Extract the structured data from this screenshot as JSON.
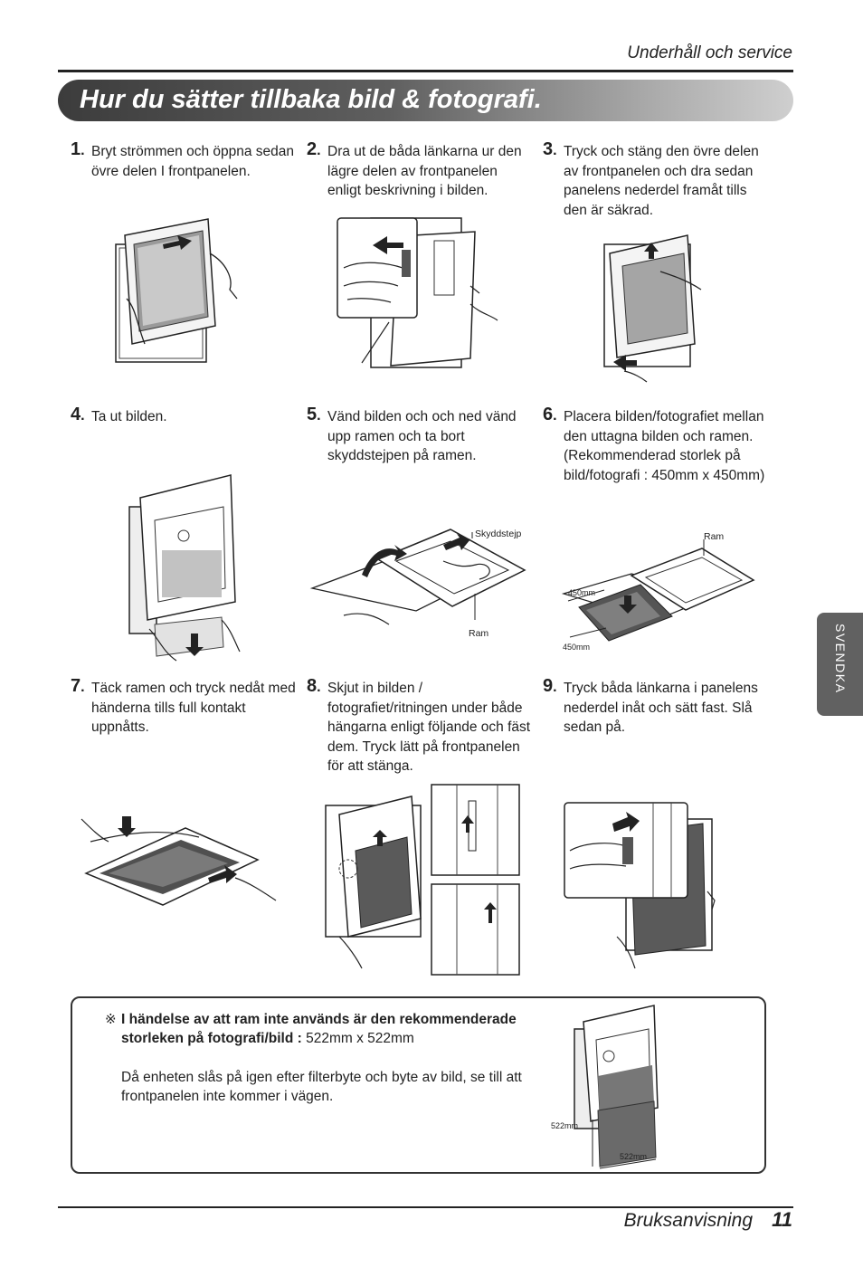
{
  "header": {
    "section": "Underhåll och service"
  },
  "banner": {
    "title": "Hur du sätter tillbaka bild & fotografi."
  },
  "steps": [
    {
      "num": "1",
      "text": "Bryt strömmen och öppna sedan övre delen I frontpanelen."
    },
    {
      "num": "2",
      "text": "Dra ut de båda länkarna ur den lägre delen av frontpanelen enligt beskrivning i bilden."
    },
    {
      "num": "3",
      "text": "Tryck och stäng den övre delen av frontpanelen och dra sedan panelens nederdel framåt tills den är säkrad."
    },
    {
      "num": "4",
      "text": "Ta ut bilden."
    },
    {
      "num": "5",
      "text": "Vänd bilden och och ned vänd upp ramen och ta bort skyddstejpen på ramen."
    },
    {
      "num": "6",
      "text": "Placera bilden/fotografiet mellan den uttagna bilden och ramen. (Rekommenderad storlek på bild/fotografi : 450mm x 450mm)"
    },
    {
      "num": "7",
      "text": "Täck ramen och tryck nedåt med händerna tills full kontakt uppnåtts."
    },
    {
      "num": "8",
      "text": "Skjut in bilden / fotografiet/ritningen under både hängarna enligt följande och fäst dem. Tryck lätt på frontpanelen för att stänga."
    },
    {
      "num": "9",
      "text": "Tryck båda länkarna i panelens nederdel inåt och sätt fast. Slå sedan på."
    }
  ],
  "labels": {
    "skyddstejp": "Skyddstejp",
    "ram": "Ram",
    "dim450": "450mm",
    "dim522": "522mm"
  },
  "side_tab": {
    "text": "SVENDKA"
  },
  "note": {
    "mark": "※",
    "bold_text": "I händelse av att ram inte används är den rekommenderade storleken på fotografi/bild :",
    "size_value": " 522mm x 522mm",
    "body": "Då enheten slås på igen efter filterbyte och byte av bild, se till att frontpanelen inte kommer i vägen."
  },
  "footer": {
    "manual": "Bruksanvisning",
    "page": "11"
  }
}
